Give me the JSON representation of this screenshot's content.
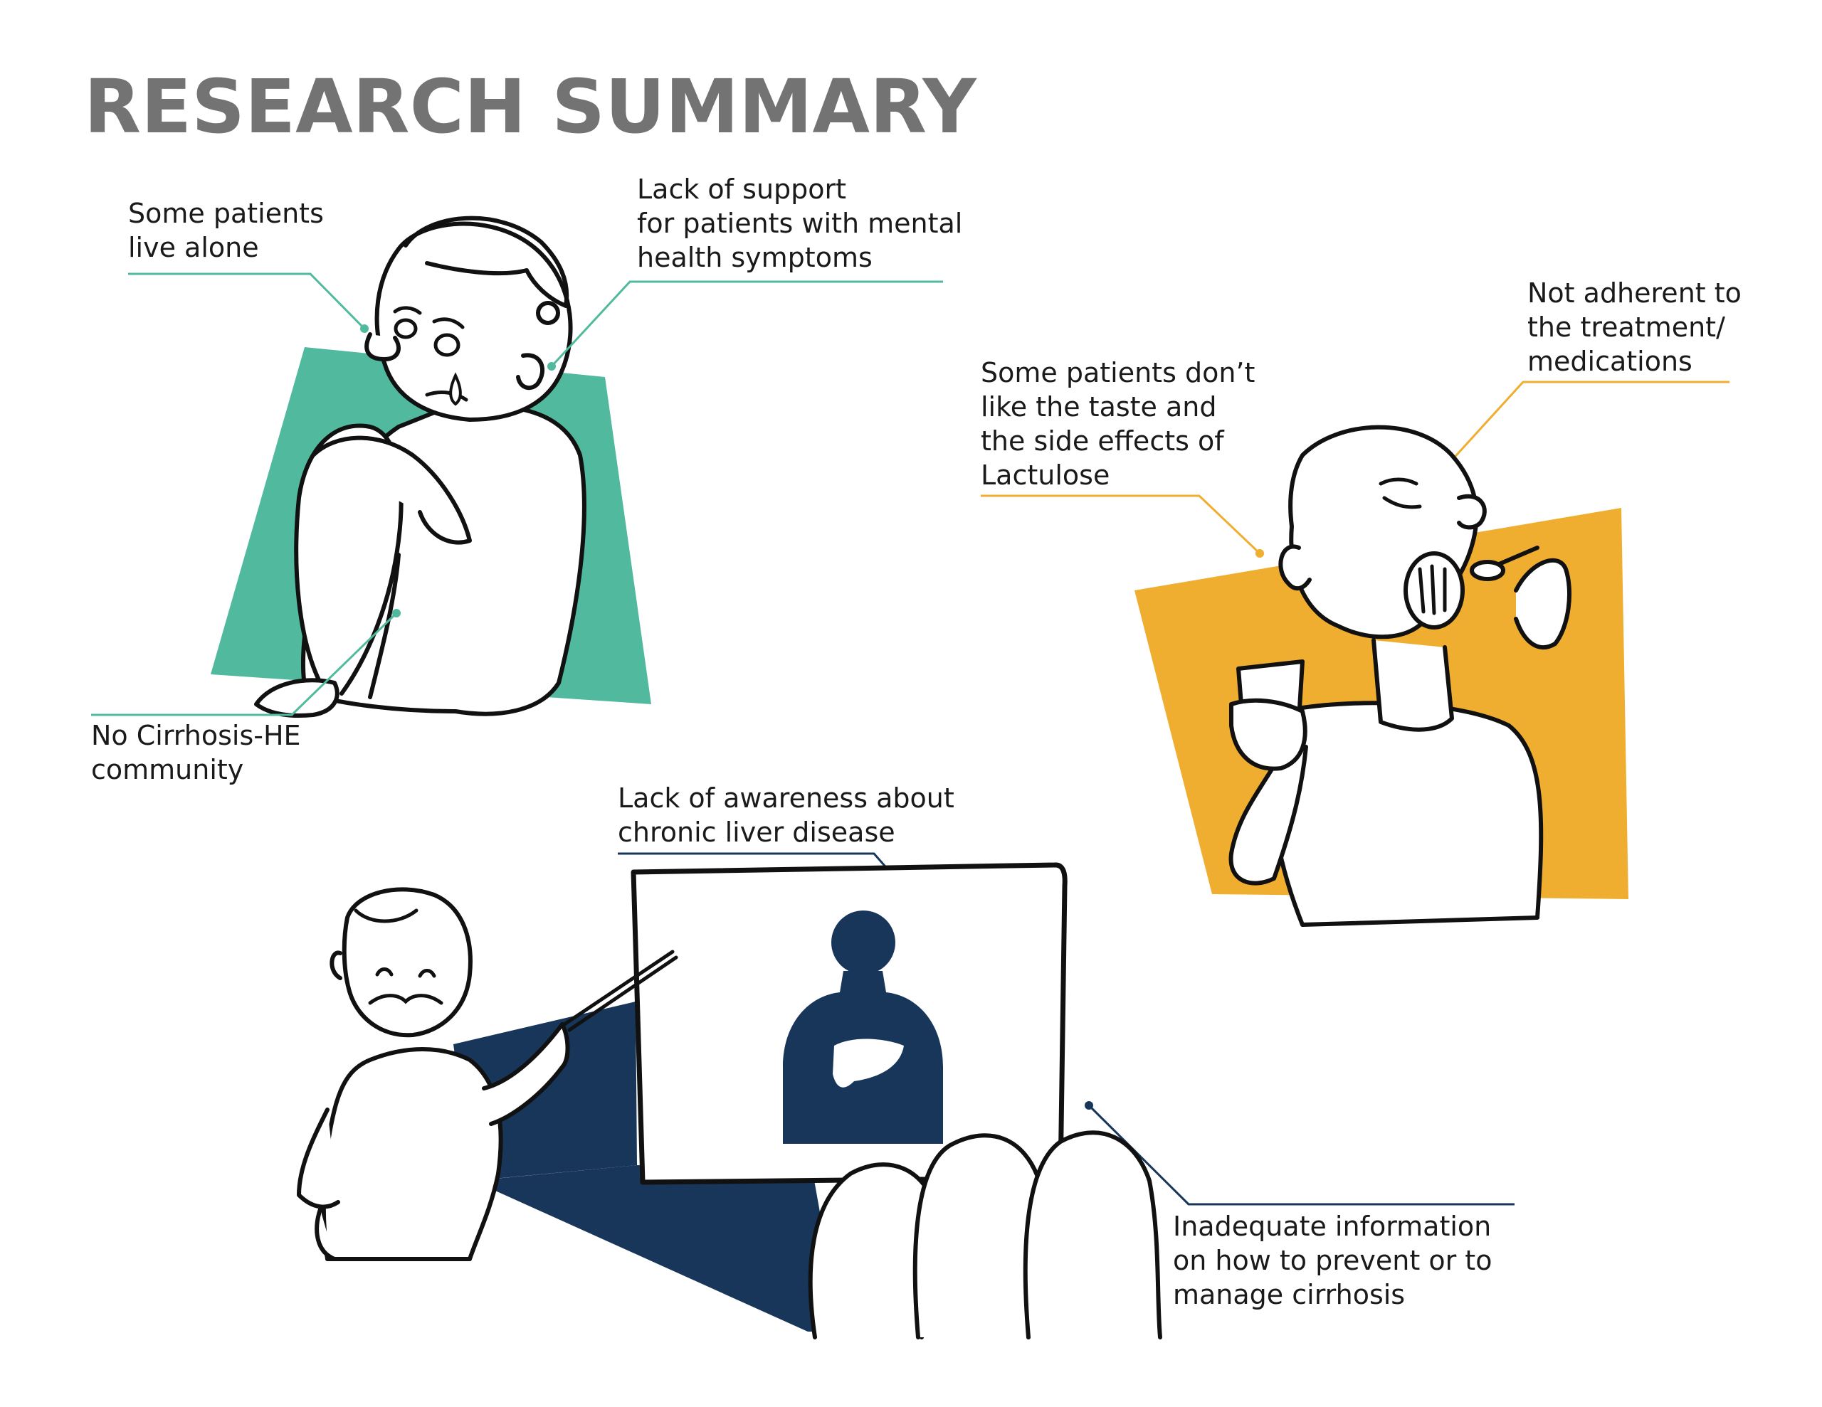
{
  "title": "RESEARCH SUMMARY",
  "colors": {
    "title": "#737373",
    "teal": "#51b99e",
    "amber": "#f0ae30",
    "navy": "#173659",
    "ink": "#111111"
  },
  "callouts": {
    "live_alone": "Some patients\nlive alone",
    "mental_health": "Lack of support\nfor patients with mental\nhealth symptoms",
    "community": "No Cirrhosis-HE\ncommunity",
    "not_adherent": "Not adherent to\nthe treatment/\nmedications",
    "taste": "Some patients don’t\nlike the taste and\nthe side effects of\nLactulose",
    "awareness": "Lack of awareness about\nchronic liver disease",
    "inadequate_info": "Inadequate information\non how to prevent or to\nmanage cirrhosis"
  },
  "illustrations": [
    "sad-patient-icon",
    "patient-taking-medicine-icon",
    "doctor-presenting-icon",
    "liver-silhouette-icon",
    "audience-icon"
  ]
}
